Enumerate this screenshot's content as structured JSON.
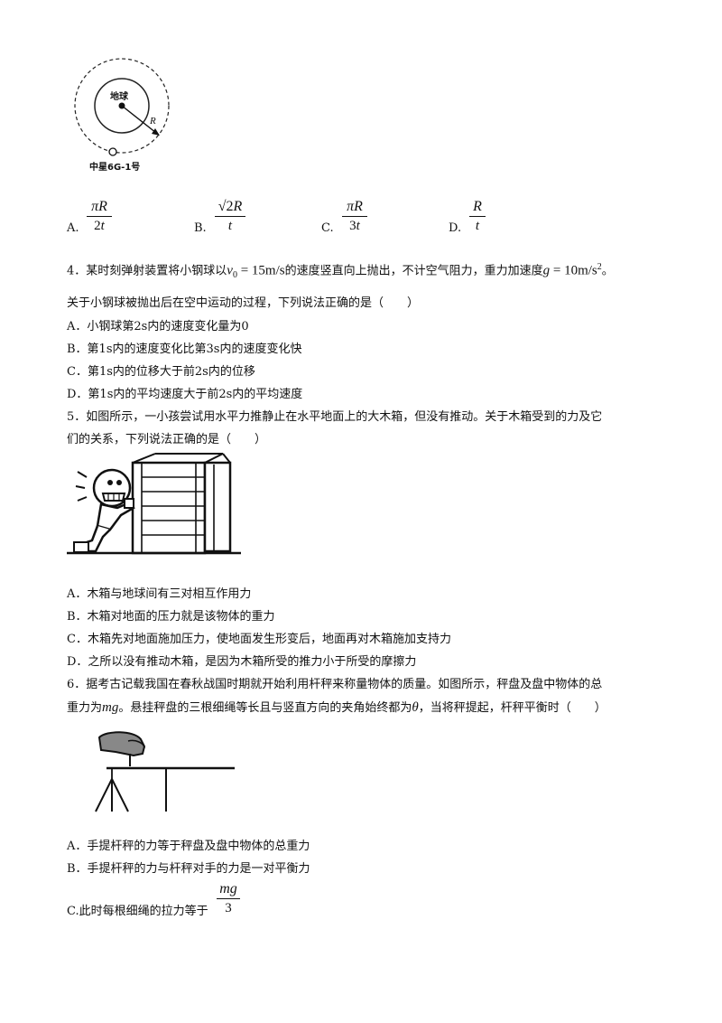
{
  "fig1": {
    "earth_label": "地球",
    "radius_label": "R",
    "satellite_label": "中星6G-1号"
  },
  "q3_options": [
    {
      "letter": "A.",
      "num": "πR",
      "den_pre": "2",
      "den_var": "t"
    },
    {
      "letter": "B.",
      "num": "R",
      "num_pre": "√2",
      "den_pre": "",
      "den_var": "t"
    },
    {
      "letter": "C.",
      "num": "πR",
      "den_pre": "3",
      "den_var": "t"
    },
    {
      "letter": "D.",
      "num": "R",
      "den_pre": "",
      "den_var": "t"
    }
  ],
  "q4": {
    "p1": "4．某时刻弹射装置将小钢球以",
    "v0": "v",
    "v0_sub": "0",
    "v0_val": " = 15m/s",
    "p2": "的速度竖直向上抛出，不计空气阻力，重力加速度",
    "g": "g",
    "g_val": " = 10m/s",
    "g_sup": "2",
    "p3": "。",
    "stem2": "关于小钢球被抛出后在空中运动的过程，下列说法正确的是（　　）",
    "options": [
      "A．小钢球第2s内的速度变化量为0",
      "B．第1s内的速度变化比第3s内的速度变化快",
      "C．第1s内的位移大于前2s内的位移",
      "D．第1s内的平均速度大于前2s内的平均速度"
    ]
  },
  "q5": {
    "stem1": "5．如图所示，一小孩尝试用水平力推静止在水平地面上的大木箱，但没有推动。关于木箱受到的力及它",
    "stem2": "们的关系，下列说法正确的是（　　）",
    "options": [
      "A．木箱与地球间有三对相互作用力",
      "B．木箱对地面的压力就是该物体的重力",
      "C．木箱先对地面施加压力，使地面发生形变后，地面再对木箱施加支持力",
      "D．之所以没有推动木箱，是因为木箱所受的推力小于所受的摩擦力"
    ]
  },
  "q6": {
    "stem1": "6．据考古记载我国在春秋战国时期就开始利用杆秤来称量物体的质量。如图所示，秤盘及盘中物体的总",
    "stem2a": "重力为",
    "mg": "mg",
    "stem2b": "。悬挂秤盘的三根细绳等长且与竖直方向的夹角始终都为",
    "theta": "θ",
    "stem2c": "，当将秤提起，杆秤平衡时（　　）",
    "optA": "A．手提杆秤的力等于秤盘及盘中物体的总重力",
    "optB": "B．手提杆秤的力与杆秤对手的力是一对平衡力",
    "optC_text": "C.此时每根细绳的拉力等于",
    "optC_num": "mg",
    "optC_den": "3"
  }
}
